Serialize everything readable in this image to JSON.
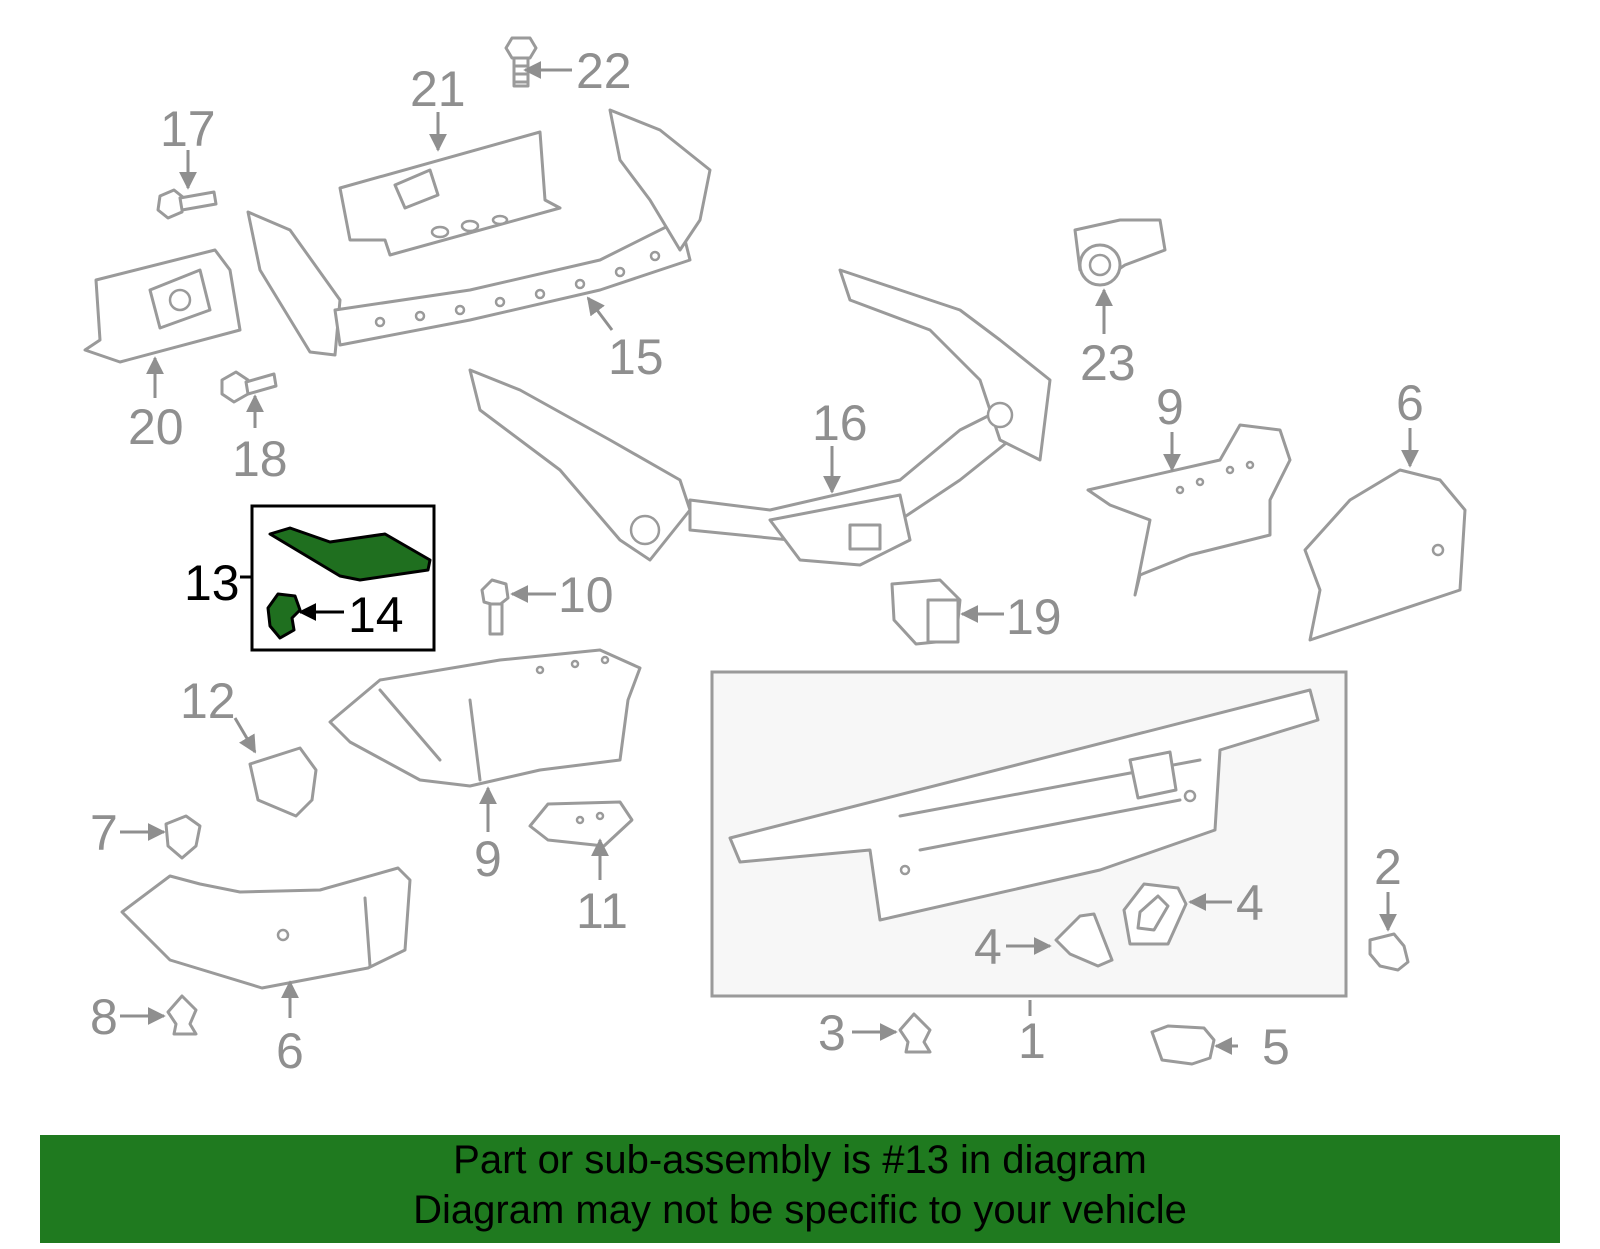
{
  "diagram": {
    "highlighted_part": "13",
    "colors": {
      "highlight": "#1f6f1f",
      "banner": "#1f7a1f",
      "part_outline": "#9a9a9a",
      "label": "#8f8f8f"
    },
    "labels": {
      "l1": "1",
      "l2": "2",
      "l3": "3",
      "l4a": "4",
      "l4b": "4",
      "l5": "5",
      "l6a": "6",
      "l6b": "6",
      "l7": "7",
      "l8": "8",
      "l9a": "9",
      "l9b": "9",
      "l10": "10",
      "l11": "11",
      "l12": "12",
      "l13": "13",
      "l14": "14",
      "l15": "15",
      "l16": "16",
      "l17": "17",
      "l18": "18",
      "l19": "19",
      "l20": "20",
      "l21": "21",
      "l22": "22",
      "l23": "23"
    }
  },
  "banner": {
    "line1": "Part or sub-assembly is #13 in diagram",
    "line2": "Diagram may not be specific to your vehicle"
  }
}
